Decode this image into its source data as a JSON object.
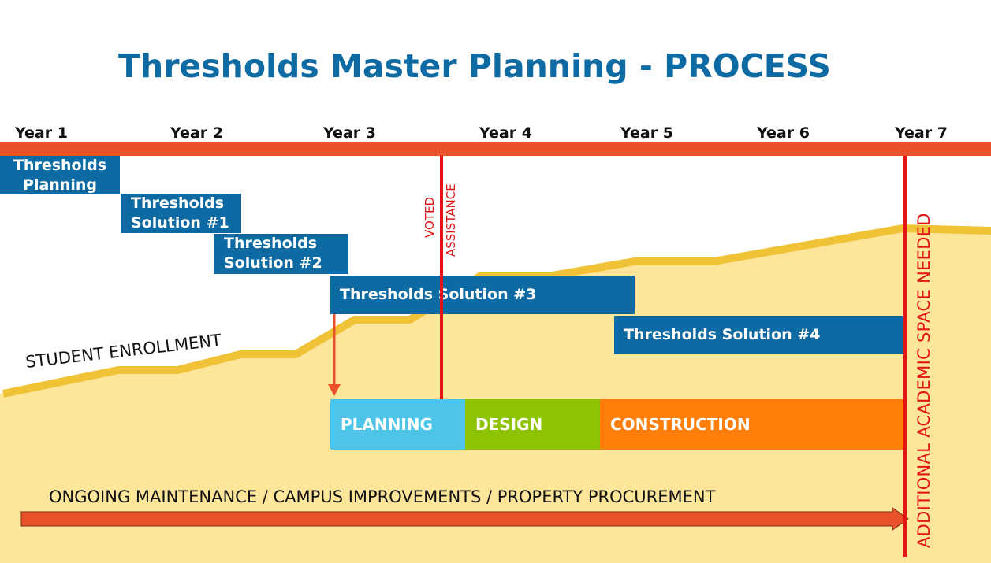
{
  "title": "Thresholds Master Planning - PROCESS",
  "years": [
    "Year 1",
    "Year 2",
    "Year 3",
    "Year 4",
    "Year 5",
    "Year 6",
    "Year 7"
  ],
  "solutions": [
    {
      "label": "Thresholds\nPlanning"
    },
    {
      "label": "Thresholds\nSolution #1"
    },
    {
      "label": "Thresholds\nSolution #2"
    },
    {
      "label": "Thresholds Solution #3"
    },
    {
      "label": "Thresholds Solution #4"
    }
  ],
  "phases": [
    {
      "label": "PLANNING",
      "color": "#4ec5e8"
    },
    {
      "label": "DESIGN",
      "color": "#8dc300"
    },
    {
      "label": "CONSTRUCTION",
      "color": "#ff7f0a"
    }
  ],
  "markers": {
    "voted_line1": "VOTED",
    "voted_line2": "ASSISTANCE",
    "additional": "ADDITIONAL ACADEMIC SPACE NEEDED"
  },
  "enrollment_label": "STUDENT ENROLLMENT",
  "maintenance_label": "ONGOING MAINTENANCE / CAMPUS IMPROVEMENTS / PROPERTY PROCUREMENT",
  "colors": {
    "title": "#0e6aa3",
    "timeline": "#e8512a",
    "solution_box": "#0e6aa3",
    "enrollment_fill": "#fde59a",
    "enrollment_line": "#f0c236",
    "marker_red": "#e21515",
    "arrow": "#e8512a"
  }
}
